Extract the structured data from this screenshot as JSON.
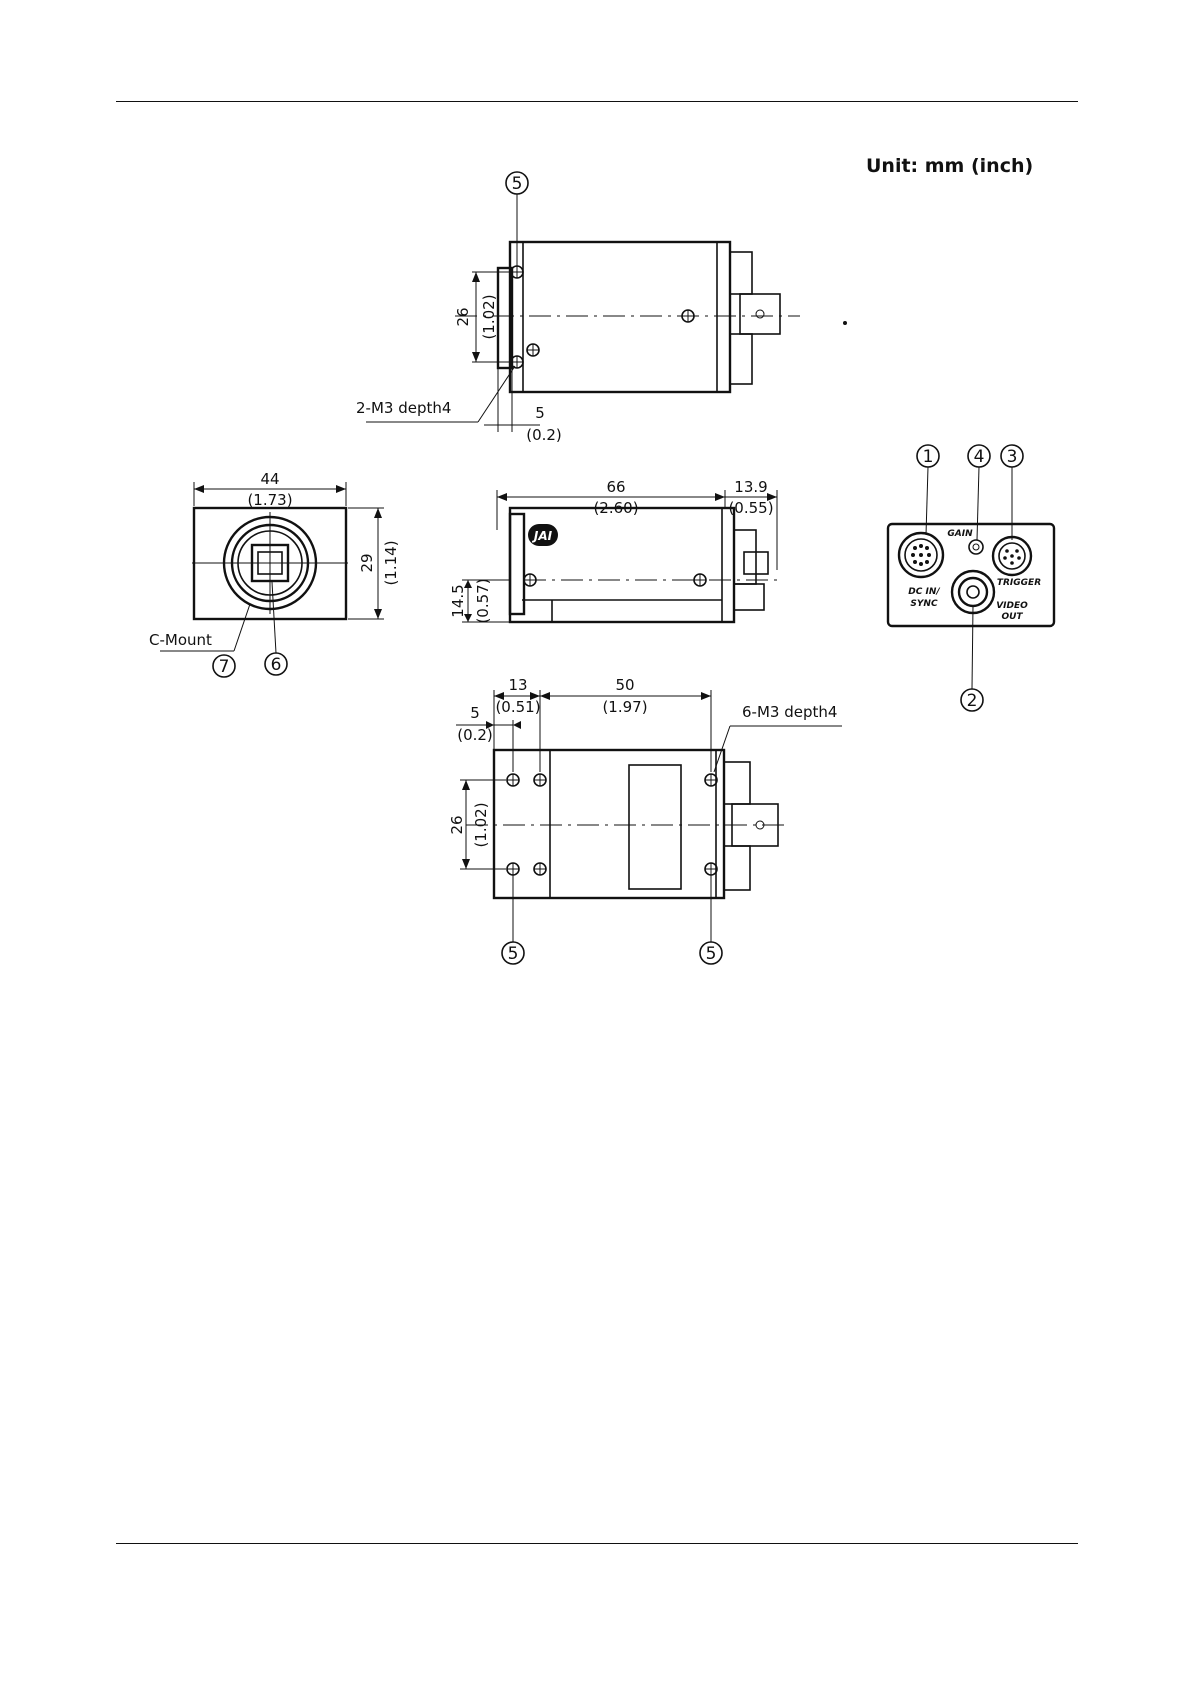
{
  "unit_label": "Unit: mm (inch)",
  "callouts": {
    "c1": "1",
    "c2": "2",
    "c3": "3",
    "c4": "4",
    "c5": "5",
    "c6": "6",
    "c7": "7"
  },
  "top_view": {
    "dim_height_mm": "26",
    "dim_height_in": "(1.02)",
    "dim_offset_mm": "5",
    "dim_offset_in": "(0.2)",
    "hole_note": "2-M3 depth4"
  },
  "front_view": {
    "dim_width_mm": "44",
    "dim_width_in": "(1.73)",
    "dim_height_mm": "29",
    "dim_height_in": "(1.14)",
    "mount_label": "C-Mount"
  },
  "side_view": {
    "dim_length_mm": "66",
    "dim_length_in": "(2.60)",
    "dim_rear_mm": "13.9",
    "dim_rear_in": "(0.55)",
    "dim_center_mm": "14.5",
    "dim_center_in": "(0.57)",
    "logo": "JAI"
  },
  "bottom_view": {
    "dim_a_mm": "13",
    "dim_a_in": "(0.51)",
    "dim_b_mm": "50",
    "dim_b_in": "(1.97)",
    "dim_c_mm": "5",
    "dim_c_in": "(0.2)",
    "dim_h_mm": "26",
    "dim_h_in": "(1.02)",
    "hole_note": "6-M3 depth4"
  },
  "rear_panel": {
    "gain_label": "GAIN",
    "dcin_label_1": "DC IN/",
    "dcin_label_2": "SYNC",
    "trigger_label": "TRIGGER",
    "video_label_1": "VIDEO",
    "video_label_2": "OUT"
  }
}
